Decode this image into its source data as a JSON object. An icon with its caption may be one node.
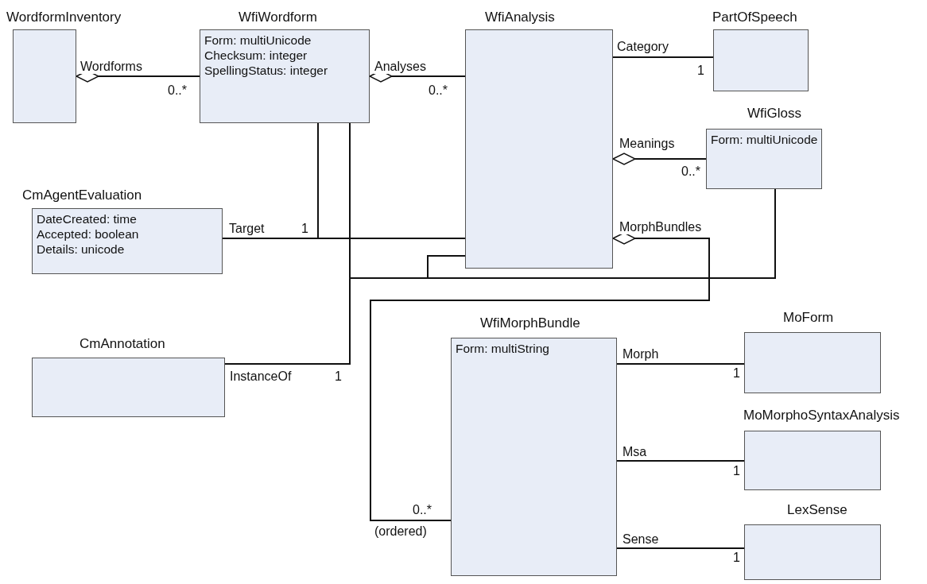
{
  "diagram": {
    "nodes": [
      {
        "text": [
          "WordformInventory"
        ]
      },
      {
        "text": [
          "WfiWordform",
          "Form: multiUnicode",
          "Checksum: integer",
          "SpellingStatus: integer"
        ]
      },
      {
        "text": [
          "WfiAnalysis"
        ]
      },
      {
        "text": [
          "PartOfSpeech"
        ]
      },
      {
        "text": [
          "WfiGloss",
          "Form: multiUnicode"
        ]
      },
      {
        "text": [
          "CmAgentEvaluation",
          "DateCreated: time",
          "Accepted: boolean",
          "Details: unicode"
        ]
      },
      {
        "text": [
          "CmAnnotation"
        ]
      },
      {
        "text": [
          "WfiMorphBundle",
          "Form: multiString"
        ]
      },
      {
        "text": [
          "MoForm"
        ]
      },
      {
        "text": [
          "MoMorphoSyntaxAnalysis"
        ]
      },
      {
        "text": [
          "LexSense"
        ]
      }
    ],
    "edges": [
      {
        "from": 0,
        "to": 1,
        "arrow": "other",
        "label": "Wordforms"
      },
      {
        "from": 1,
        "to": 2,
        "arrow": "other",
        "label": "Analyses"
      },
      {
        "from": 2,
        "to": 3,
        "arrow": "none",
        "label": "Category"
      },
      {
        "from": 2,
        "to": 4,
        "arrow": "other",
        "label": "Meanings"
      },
      {
        "from": 2,
        "to": 7,
        "arrow": "other",
        "label": "MorphBundles"
      },
      {
        "from": 5,
        "to": 1,
        "arrow": "none",
        "label": "Target"
      },
      {
        "from": 5,
        "to": 2,
        "arrow": "none"
      },
      {
        "from": 6,
        "to": 1,
        "arrow": "none",
        "label": "InstanceOf"
      },
      {
        "from": 6,
        "to": 2,
        "arrow": "none"
      },
      {
        "from": 6,
        "to": 4,
        "arrow": "none"
      },
      {
        "from": 7,
        "to": 8,
        "arrow": "none",
        "label": "Morph"
      },
      {
        "from": 7,
        "to": 9,
        "arrow": "none",
        "label": "Msa"
      },
      {
        "from": 7,
        "to": 10,
        "arrow": "none",
        "label": "Sense"
      }
    ],
    "labels": [
      "0..*",
      "0..*",
      "1",
      "0..*",
      "1",
      "0..*",
      "(ordered)",
      "1",
      "1",
      "1",
      "1"
    ]
  }
}
